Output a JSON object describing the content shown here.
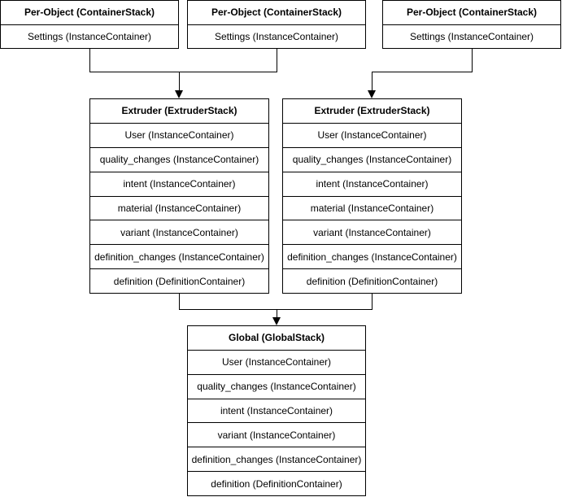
{
  "colors": {
    "background": "#ffffff",
    "border": "#000000",
    "text": "#000000"
  },
  "boxes": {
    "per_object_1": {
      "title": "Per-Object (ContainerStack)",
      "rows": [
        "Settings (InstanceContainer)"
      ]
    },
    "per_object_2": {
      "title": "Per-Object (ContainerStack)",
      "rows": [
        "Settings (InstanceContainer)"
      ]
    },
    "per_object_3": {
      "title": "Per-Object (ContainerStack)",
      "rows": [
        "Settings (InstanceContainer)"
      ]
    },
    "extruder_left": {
      "title": "Extruder (ExtruderStack)",
      "rows": [
        "User (InstanceContainer)",
        "quality_changes (InstanceContainer)",
        "intent (InstanceContainer)",
        "material (InstanceContainer)",
        "variant (InstanceContainer)",
        "definition_changes (InstanceContainer)",
        "definition (DefinitionContainer)"
      ]
    },
    "extruder_right": {
      "title": "Extruder (ExtruderStack)",
      "rows": [
        "User (InstanceContainer)",
        "quality_changes (InstanceContainer)",
        "intent (InstanceContainer)",
        "material (InstanceContainer)",
        "variant (InstanceContainer)",
        "definition_changes (InstanceContainer)",
        "definition (DefinitionContainer)"
      ]
    },
    "global": {
      "title": "Global (GlobalStack)",
      "rows": [
        "User (InstanceContainer)",
        "quality_changes (InstanceContainer)",
        "intent (InstanceContainer)",
        "variant (InstanceContainer)",
        "definition_changes (InstanceContainer)",
        "definition (DefinitionContainer)"
      ]
    }
  }
}
